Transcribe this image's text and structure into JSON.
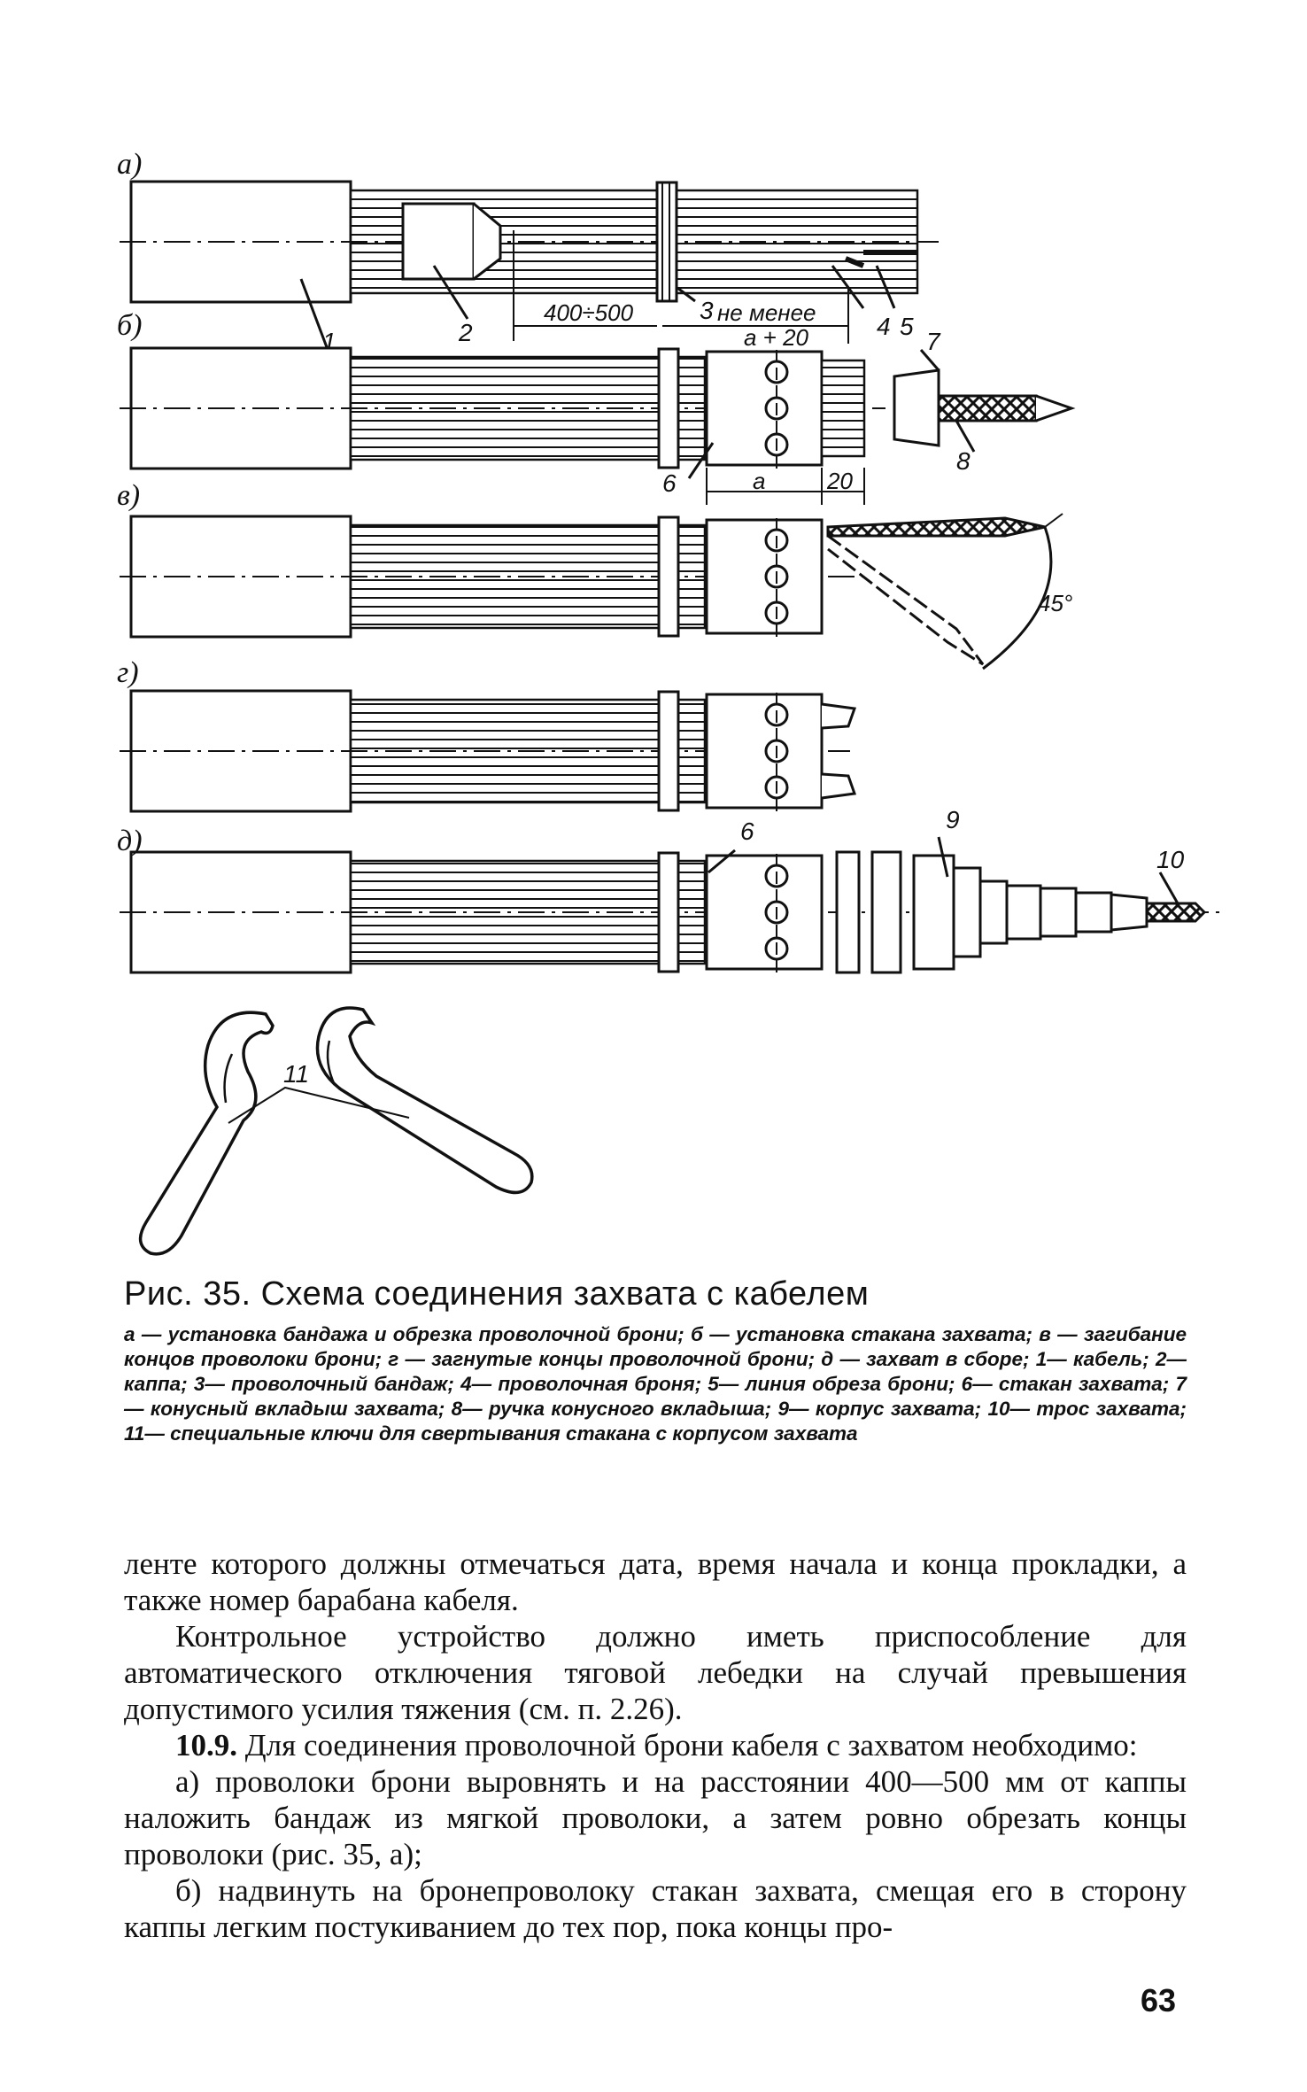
{
  "figure": {
    "panels": {
      "a": "a)",
      "b": "б)",
      "v": "в)",
      "g": "г)",
      "d": "д)"
    },
    "labels": {
      "n1": "1",
      "n2": "2",
      "n3": "3",
      "n4": "4",
      "n5": "5",
      "n6": "6",
      "n6b": "6",
      "n7": "7",
      "n8": "8",
      "n9": "9",
      "n10": "10",
      "n11": "11"
    },
    "dims": {
      "range": "400÷500",
      "not_less": "не менее",
      "a_plus": "a + 20",
      "a": "a",
      "twenty": "20",
      "angle": "45°"
    }
  },
  "caption": {
    "title": "Рис. 35. Схема соединения захвата с кабелем",
    "legend": "а — установка бандажа и обрезка проволочной брони; б — установка стакана захвата; в — загибание концов проволоки брони; г — загнутые концы проволочной брони; д — захват в сборе; 1— кабель; 2— каппа; 3— проволочный бандаж; 4— проволочная броня; 5— линия обреза брони; 6— стакан захвата; 7— конусный вкладыш захвата; 8— ручка конусного вкладыша; 9— корпус захвата; 10— трос захвата; 11— специальные ключи для свертывания стакана с корпусом захвата"
  },
  "body": {
    "p1": "ленте которого должны отмечаться дата, время начала и конца прокладки, а также номер барабана кабеля.",
    "p2": "Контрольное устройство должно иметь приспособление для автоматического отключения тяговой лебедки на случай превышения допустимого усилия тяжения (см. п. 2.26).",
    "p3_num": "10.9.",
    "p3": " Для соединения проволочной брони кабеля с захватом необходимо:",
    "p4": "а) проволоки брони выровнять и на расстоянии 400—500 мм от каппы наложить бандаж из мягкой проволоки, а затем ровно обрезать концы проволоки (рис. 35, а);",
    "p5": "б) надвинуть на бронепроволоку стакан захвата, смещая его в сторону каппы легким постукиванием до тех пор, пока концы про-"
  },
  "page_number": "63"
}
